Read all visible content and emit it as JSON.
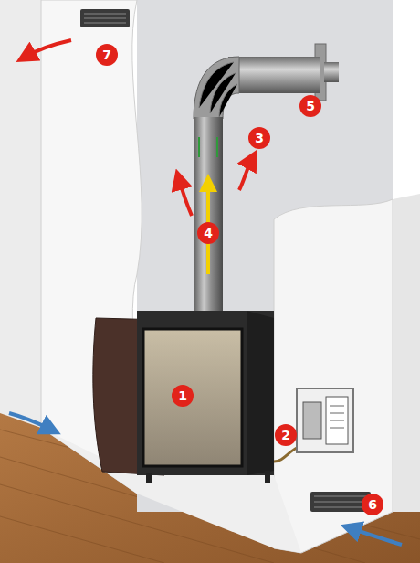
{
  "diagram": {
    "labels": [
      "7",
      "5",
      "3",
      "4",
      "1",
      "2",
      "6"
    ]
  }
}
